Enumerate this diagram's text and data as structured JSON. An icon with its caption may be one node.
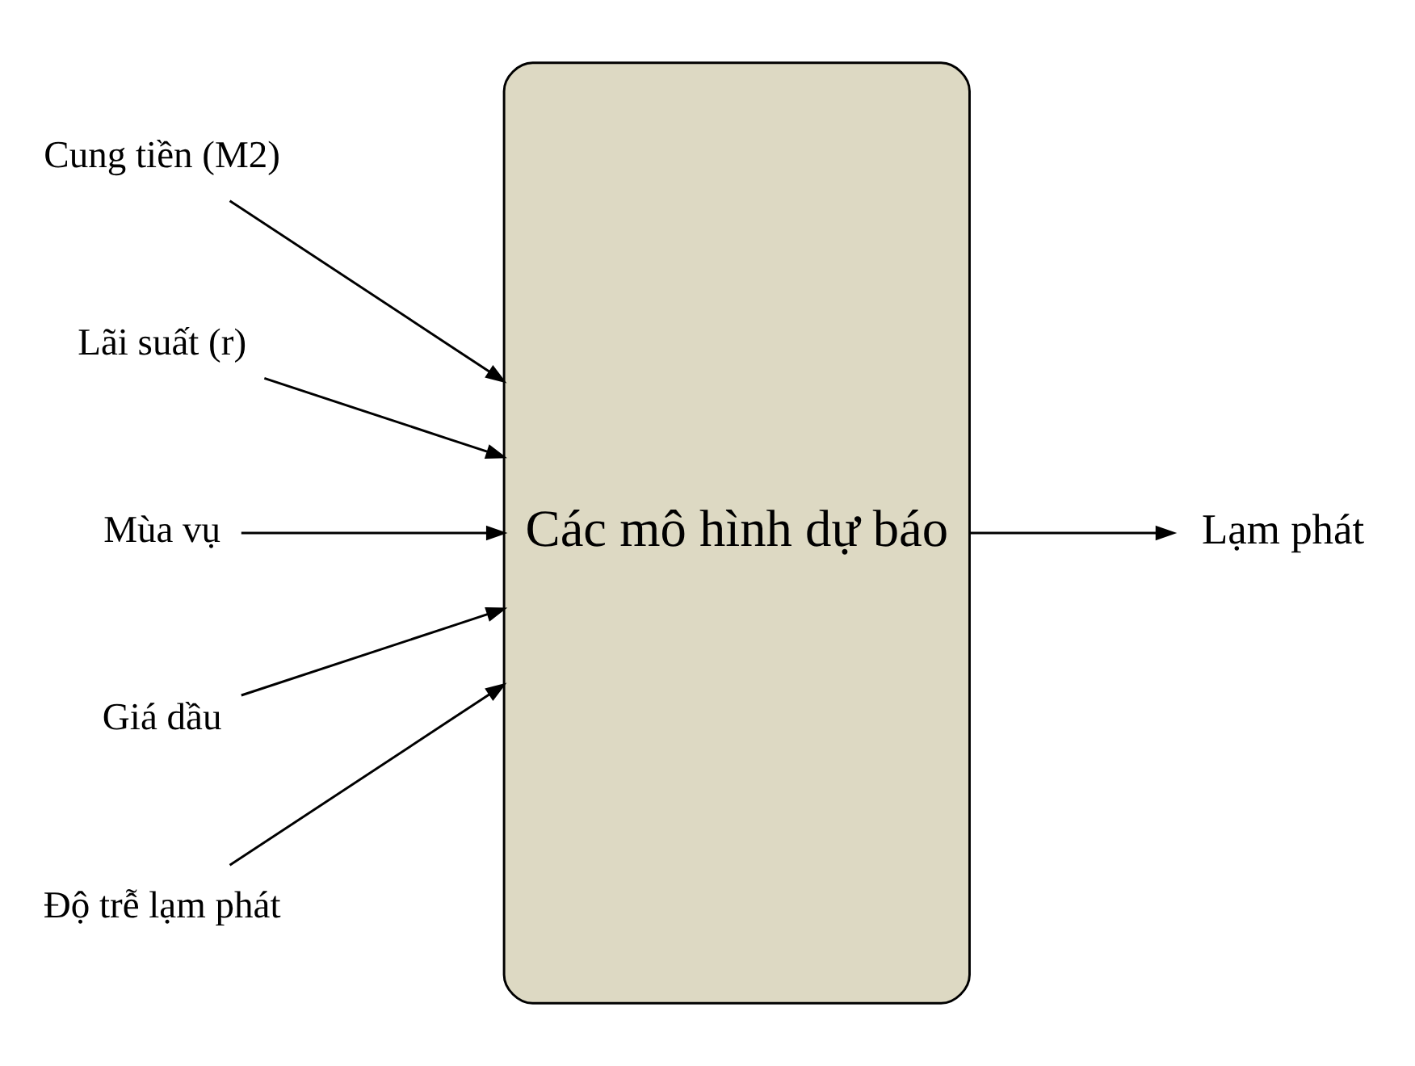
{
  "diagram": {
    "nodes": [
      {
        "text": [
          "Cung tiền (M2)"
        ]
      },
      {
        "text": [
          "Lãi suất (r)"
        ]
      },
      {
        "text": [
          "Mùa vụ"
        ]
      },
      {
        "text": [
          "Giá dầu"
        ]
      },
      {
        "text": [
          "Độ trễ lạm phát"
        ]
      },
      {
        "text": [
          "Các mô hình dự báo"
        ]
      },
      {
        "text": [
          "Lạm phát"
        ]
      }
    ],
    "edges": [
      {
        "from": 0,
        "to": 5,
        "arrow": "to"
      },
      {
        "from": 1,
        "to": 5,
        "arrow": "to"
      },
      {
        "from": 2,
        "to": 5,
        "arrow": "to"
      },
      {
        "from": 3,
        "to": 5,
        "arrow": "to"
      },
      {
        "from": 4,
        "to": 5,
        "arrow": "to"
      },
      {
        "from": 5,
        "to": 6,
        "arrow": "to"
      }
    ]
  }
}
